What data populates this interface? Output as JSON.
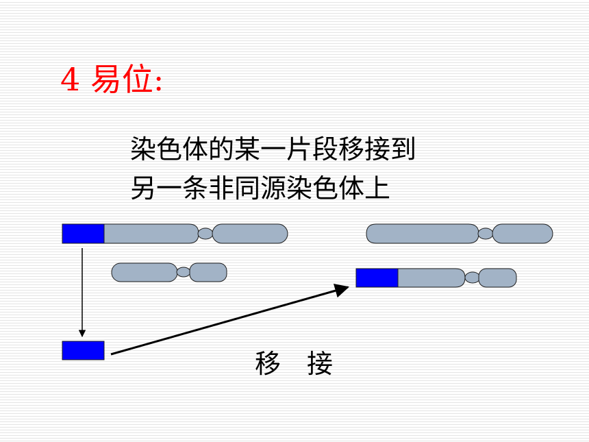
{
  "slide": {
    "title": "4 易位:",
    "definition_lines": [
      "染色体的某一片段移接到",
      "另一条非同源染色体上"
    ],
    "process_label": "移　接"
  },
  "colors": {
    "title": "#ff0000",
    "text": "#000000",
    "chromosome_fill": "#a2b3c6",
    "chromosome_stroke": "#1f1f1f",
    "segment_fill": "#0000ff",
    "arrow": "#000000"
  }
}
